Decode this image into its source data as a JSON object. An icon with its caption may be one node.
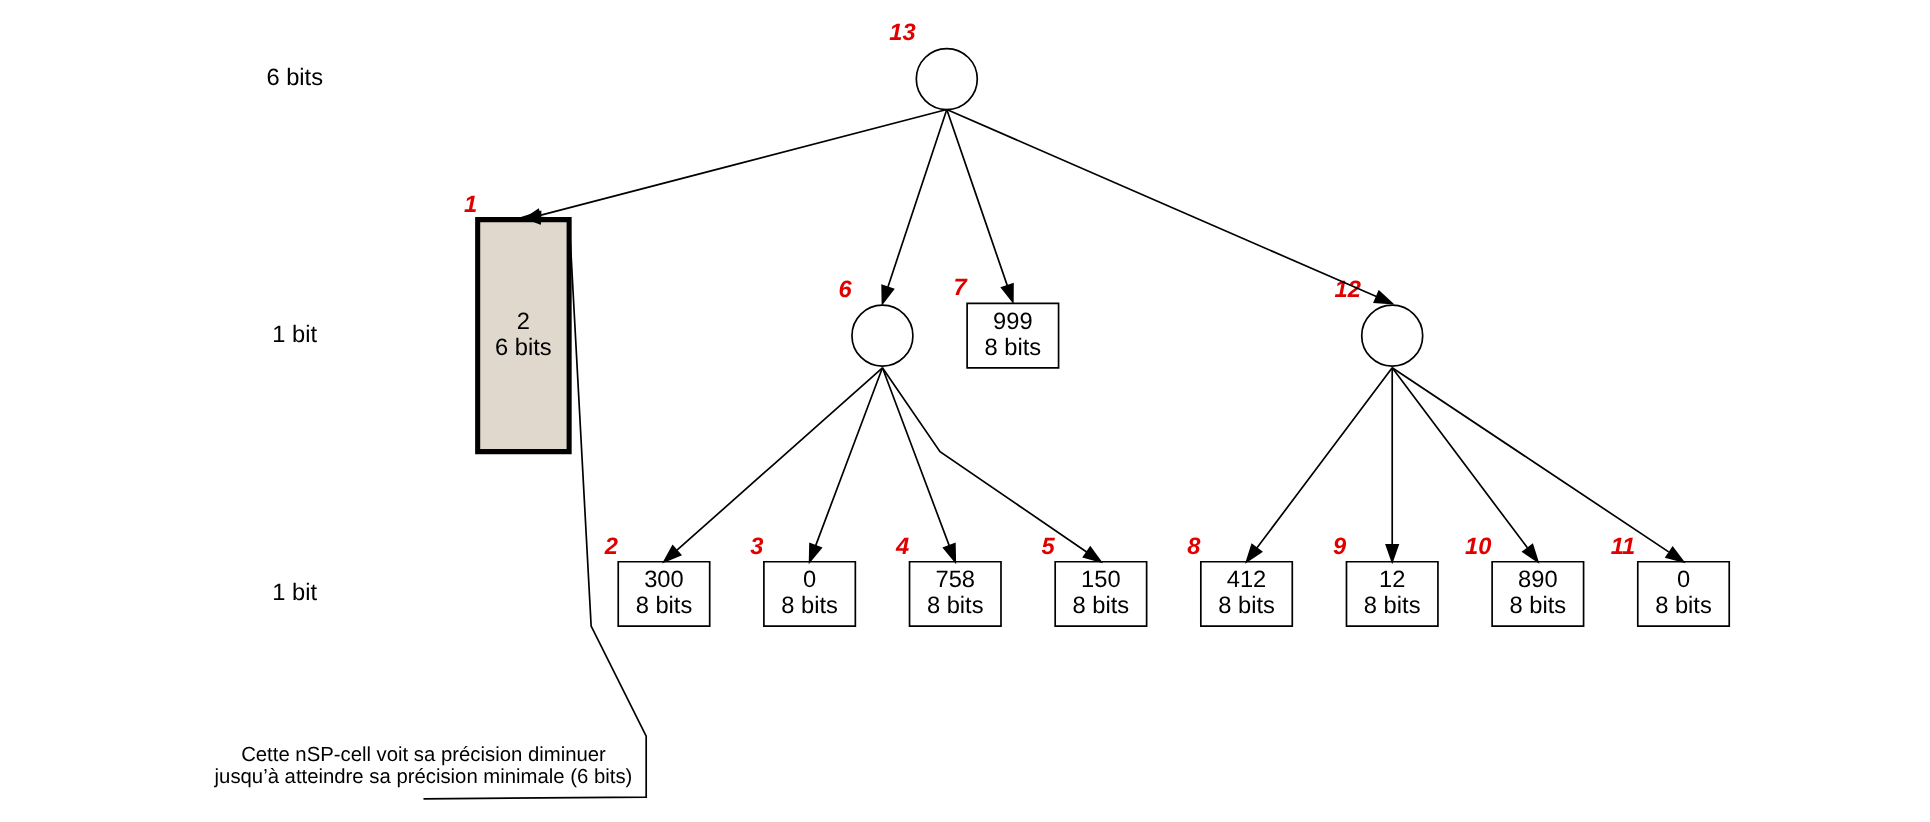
{
  "diagram": {
    "nodes": [
      {
        "text": [],
        "shape": "circle",
        "beside": [
          "13"
        ]
      },
      {
        "text": [
          "2",
          "6 bits"
        ],
        "beside": [
          "1"
        ]
      },
      {
        "text": [],
        "shape": "circle",
        "beside": [
          "6"
        ]
      },
      {
        "text": [
          "999",
          "8 bits"
        ],
        "beside": [
          "7"
        ]
      },
      {
        "text": [],
        "shape": "circle",
        "beside": [
          "12"
        ]
      },
      {
        "text": [
          "300",
          "8 bits"
        ],
        "beside": [
          "2"
        ]
      },
      {
        "text": [
          "0",
          "8 bits"
        ],
        "beside": [
          "3"
        ]
      },
      {
        "text": [
          "758",
          "8 bits"
        ],
        "beside": [
          "4"
        ]
      },
      {
        "text": [
          "150",
          "8 bits"
        ],
        "beside": [
          "5"
        ]
      },
      {
        "text": [
          "412",
          "8 bits"
        ],
        "beside": [
          "8"
        ]
      },
      {
        "text": [
          "12",
          "8 bits"
        ],
        "beside": [
          "9"
        ]
      },
      {
        "text": [
          "890",
          "8 bits"
        ],
        "beside": [
          "10"
        ]
      },
      {
        "text": [
          "0",
          "8 bits"
        ],
        "beside": [
          "11"
        ]
      },
      {
        "text": [
          "Cette nSP-cell voit sa précision diminuer jusqu’à atteindre sa précision minimale (6 bits)"
        ]
      }
    ],
    "edges": [
      {
        "from": 0,
        "to": 1,
        "arrow": "to"
      },
      {
        "from": 0,
        "to": 2,
        "arrow": "to"
      },
      {
        "from": 0,
        "to": 3,
        "arrow": "to"
      },
      {
        "from": 0,
        "to": 4,
        "arrow": "to"
      },
      {
        "from": 2,
        "to": 5,
        "arrow": "to"
      },
      {
        "from": 2,
        "to": 6,
        "arrow": "to"
      },
      {
        "from": 2,
        "to": 7,
        "arrow": "to"
      },
      {
        "from": 2,
        "to": 8,
        "arrow": "to"
      },
      {
        "from": 4,
        "to": 9,
        "arrow": "to"
      },
      {
        "from": 4,
        "to": 10,
        "arrow": "to"
      },
      {
        "from": 4,
        "to": 11,
        "arrow": "to"
      },
      {
        "from": 4,
        "to": 12,
        "arrow": "to"
      },
      {
        "from": 13,
        "to": 1,
        "arrow": "to"
      }
    ],
    "labels": [
      "6 bits",
      "1 bit",
      "1 bit"
    ]
  }
}
